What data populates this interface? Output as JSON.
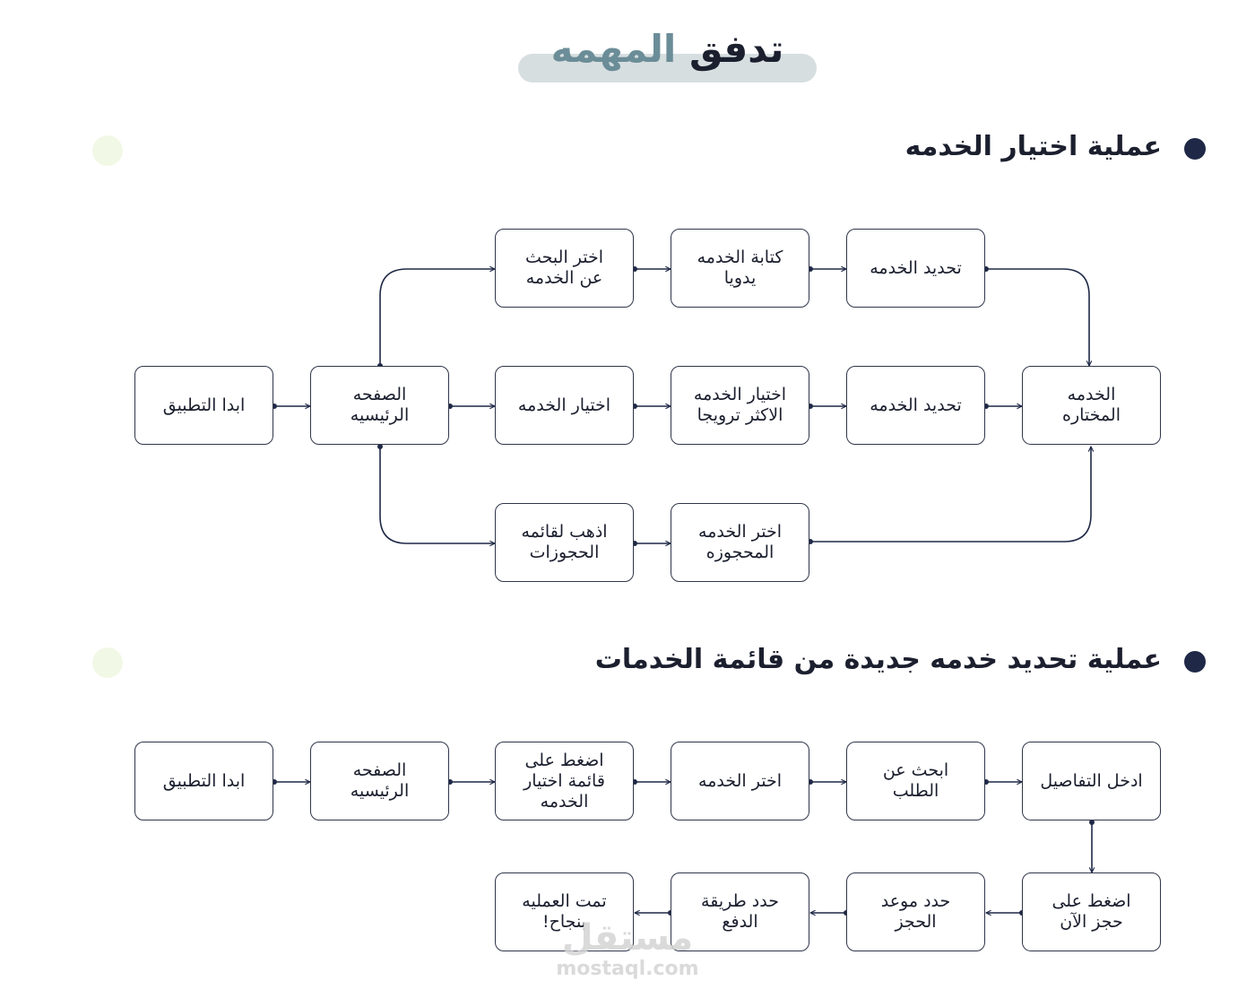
{
  "title": {
    "part_dark": "تدفق",
    "part_light": "المهمه"
  },
  "section1": {
    "heading": "عملية اختيار الخدمه"
  },
  "section2": {
    "heading": "عملية تحديد خدمه جديدة من قائمة الخدمات"
  },
  "flow1": {
    "start": "ابدا التطبيق",
    "home": "الصفحه\nالرئيسيه",
    "top_1": "اختر البحث\nعن الخدمه",
    "top_2": "كتابة الخدمه\nيدويا",
    "top_3": "تحديد الخدمه",
    "mid_1": "اختيار الخدمه",
    "mid_2": "اختيار الخدمه\nالاكثر ترويجا",
    "mid_3": "تحديد الخدمه",
    "selected": "الخدمه\nالمختاره",
    "bot_1": "اذهب لقائمه\nالحجوزات",
    "bot_2": "اختر الخدمه\nالمحجوزه"
  },
  "flow2": {
    "start": "ابدا التطبيق",
    "home": "الصفحه\nالرئيسيه",
    "step_3": "اضغط على\nقائمة اختيار\nالخدمه",
    "step_4": "اختر الخدمه",
    "step_5": "ابحث عن\nالطلب",
    "step_6": "ادخل التفاصيل",
    "step_7": "اضغط على\nحجز الآن",
    "step_8": "حدد موعد\nالحجز",
    "step_9": "حدد طريقة\nالدفع",
    "step_10": "تمت العمليه\nبنجاح!"
  },
  "watermark": {
    "logo_text": "مستقل",
    "url": "mostaql.com"
  },
  "colors": {
    "ink": "#1b1f2e",
    "accent": "#6b8d98",
    "pill": "#d7dee0",
    "bullet": "#1f2947",
    "line": "#1f2947"
  }
}
